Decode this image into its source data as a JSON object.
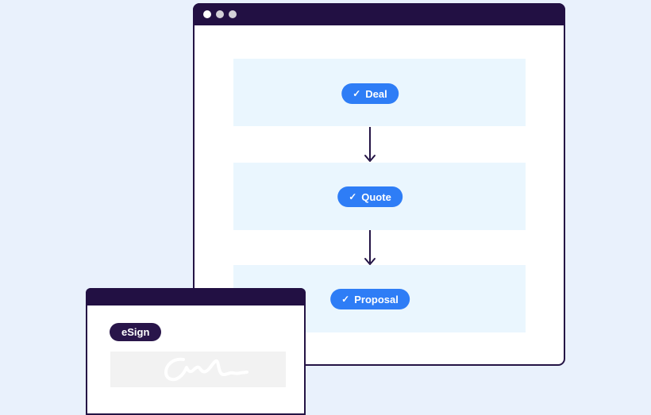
{
  "page": {
    "background_color": "#e9f1fc"
  },
  "main_window": {
    "titlebar": {
      "color": "#221043",
      "dots": [
        {
          "color": "#ffffff"
        },
        {
          "color": "#d3d1d8"
        },
        {
          "color": "#d3d1d8"
        }
      ]
    },
    "steps": [
      {
        "label": "Deal",
        "check_glyph": "✓"
      },
      {
        "label": "Quote",
        "check_glyph": "✓"
      },
      {
        "label": "Proposal",
        "check_glyph": "✓"
      }
    ],
    "colors": {
      "band": "#eaf6fe",
      "pill": "#2e7df6",
      "pill_text": "#ffffff",
      "arrow": "#241445",
      "border": "#241445"
    }
  },
  "esign_window": {
    "badge_label": "eSign",
    "colors": {
      "titlebar": "#221043",
      "badge": "#29154a",
      "badge_text": "#ffffff",
      "signature_box": "#f2f2f2",
      "signature_stroke": "#ffffff"
    }
  }
}
